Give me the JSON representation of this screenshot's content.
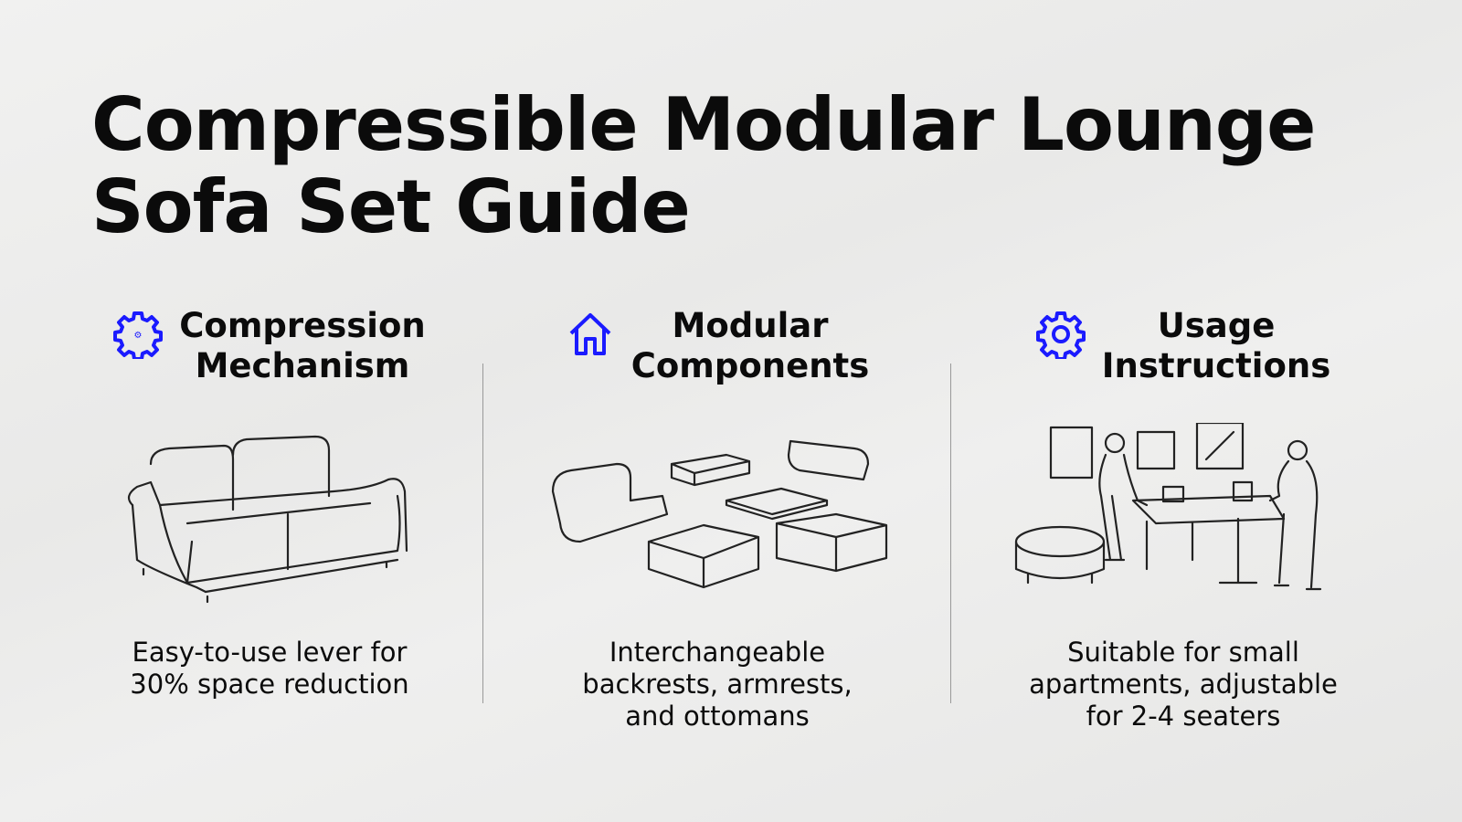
{
  "title": {
    "line1": "Compressible Modular Lounge",
    "line2": "Sofa Set Guide"
  },
  "accent_color": "#1a1aff",
  "sections": [
    {
      "icon": "gear-icon",
      "heading_line1": "Compression",
      "heading_line2": "Mechanism",
      "description_line1": "Easy-to-use lever for",
      "description_line2": "30% space reduction"
    },
    {
      "icon": "house-icon",
      "heading_line1": "Modular",
      "heading_line2": "Components",
      "description_line1": "Interchangeable",
      "description_line2": "backrests, armrests,",
      "description_line3": "and ottomans"
    },
    {
      "icon": "gear-icon",
      "heading_line1": "Usage",
      "heading_line2": "Instructions",
      "description_line1": "Suitable for small",
      "description_line2": "apartments, adjustable",
      "description_line3": "for 2-4 seaters"
    }
  ]
}
